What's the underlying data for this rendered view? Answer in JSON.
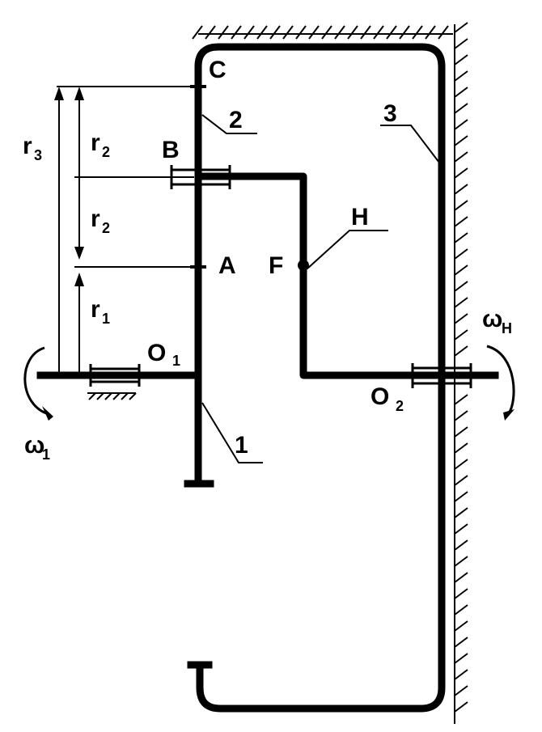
{
  "points": {
    "C": "C",
    "B": "B",
    "A": "A",
    "F": "F",
    "O1": "O",
    "O1_sub": "1",
    "O2": "O",
    "O2_sub": "2"
  },
  "links": {
    "one": "1",
    "two": "2",
    "three": "3",
    "carrier": "H"
  },
  "radii": {
    "r3": "r",
    "r3_sub": "3",
    "r2_top": "r",
    "r2_top_sub": "2",
    "r2_mid": "r",
    "r2_mid_sub": "2",
    "r1": "r",
    "r1_sub": "1"
  },
  "angular_velocities": {
    "w1": "ω",
    "w1_sub": "1",
    "wH": "ω",
    "wH_sub": "H"
  }
}
